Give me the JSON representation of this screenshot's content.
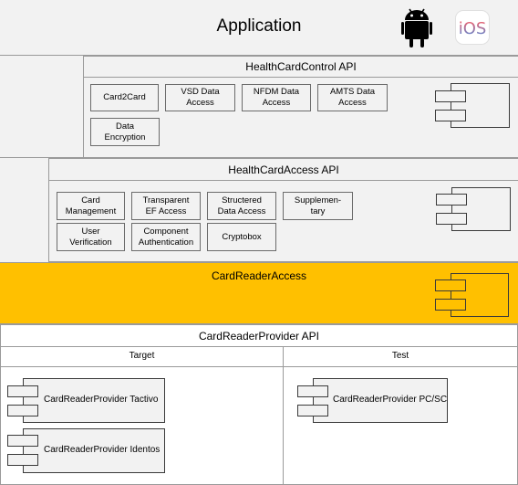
{
  "application": {
    "title": "Application",
    "ios_label": "iOS"
  },
  "healthcard_control": {
    "title": "HealthCardControl API",
    "boxes": [
      "Card2Card",
      "VSD Data\nAccess",
      "NFDM Data\nAccess",
      "AMTS Data\nAccess",
      "Data\nEncryption"
    ]
  },
  "healthcard_access": {
    "title": "HealthCardAccess API",
    "boxes": [
      "Card\nManagement",
      "Transparent\nEF Access",
      "Structered\nData Access",
      "Supplemen-\ntary",
      "User\nVerification",
      "Component\nAuthentication",
      "Cryptobox"
    ]
  },
  "card_reader_access": {
    "title": "CardReaderAccess"
  },
  "card_reader_provider": {
    "title": "CardReaderProvider API",
    "target": {
      "title": "Target",
      "components": [
        "CardReaderProvider Tactivo",
        "CardReaderProvider Identos"
      ]
    },
    "test": {
      "title": "Test",
      "components": [
        "CardReaderProvider PC/SC"
      ]
    }
  },
  "colors": {
    "layer_bg": "#f2f2f2",
    "highlight": "#ffc000",
    "ios_gradient": [
      "#ff5a5f",
      "#4a90e2"
    ]
  }
}
